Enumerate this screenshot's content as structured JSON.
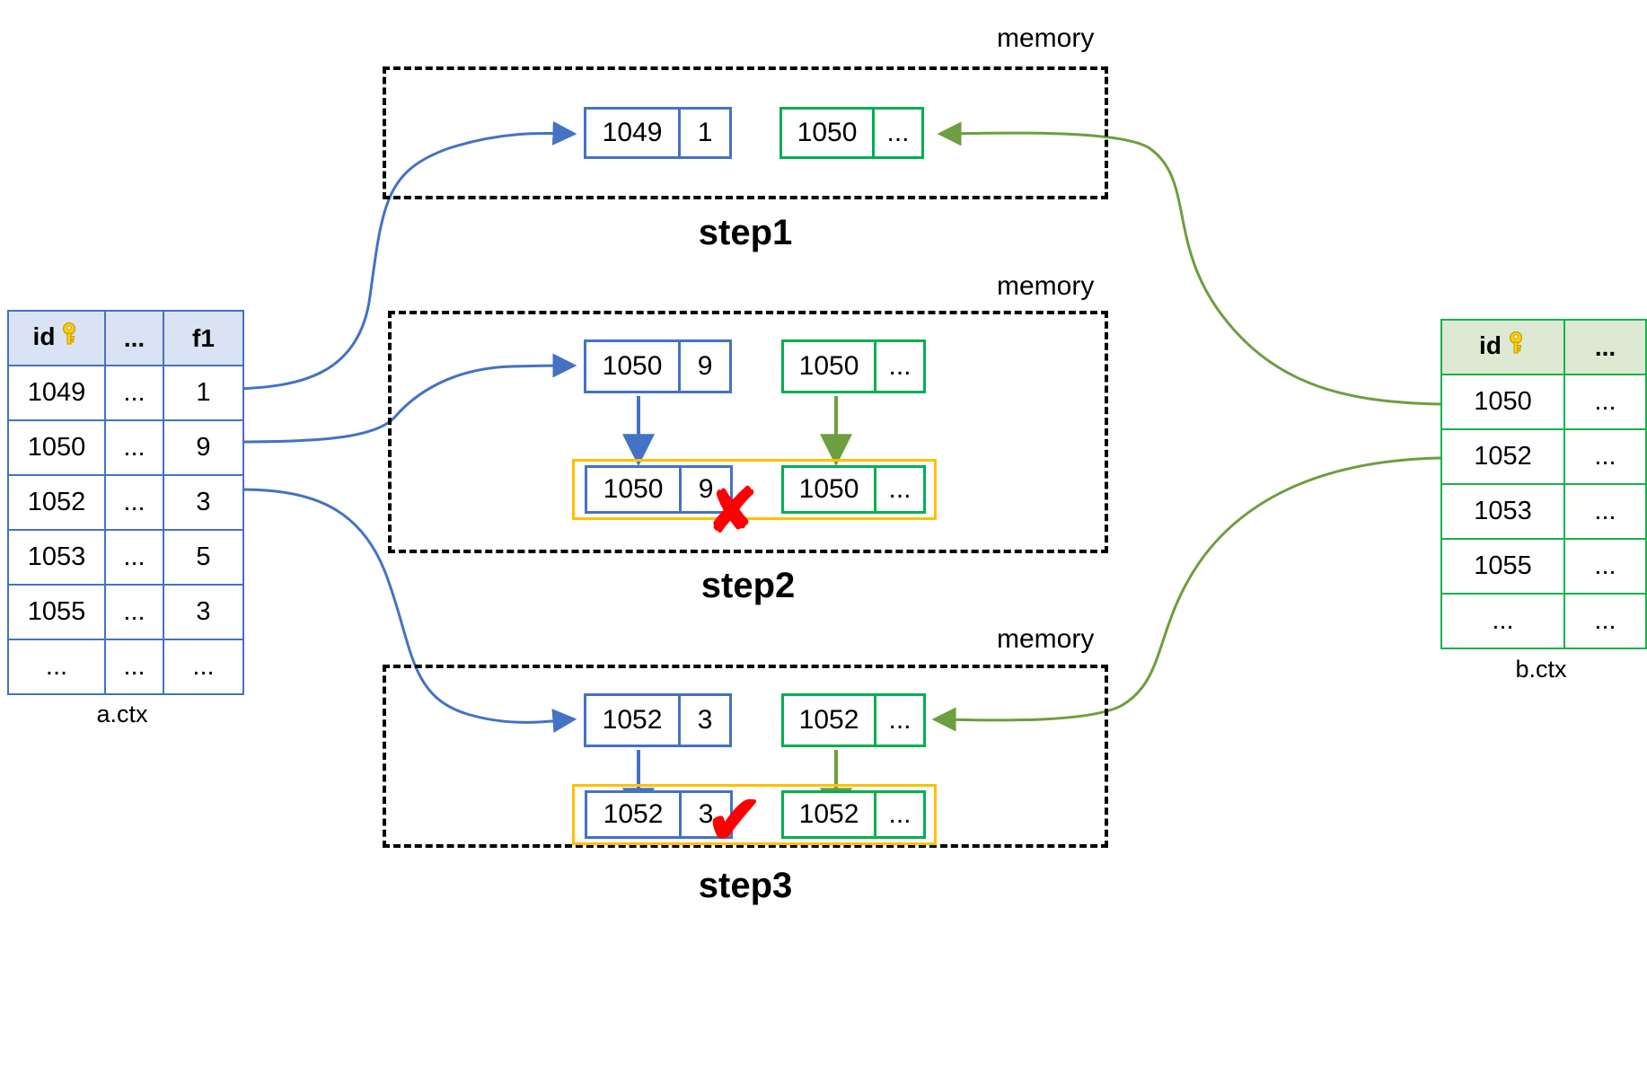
{
  "diagram": {
    "title_hidden": "",
    "colors": {
      "blue_border": "#4472c4",
      "blue_header_fill": "#dae3f3",
      "green_border": "#00b050",
      "green_table_border": "#18b14b",
      "green_header_fill": "#dde9d3",
      "orange": "#ffc000",
      "red": "#ff0000",
      "arrow_green": "#6d9e3f",
      "dashed": "#000000"
    }
  },
  "left_table": {
    "name": "a.ctx",
    "caption": "a.ctx",
    "key_icon": "key-icon",
    "headers": [
      "id",
      "...",
      "f1"
    ],
    "rows": [
      [
        "1049",
        "...",
        "1"
      ],
      [
        "1050",
        "...",
        "9"
      ],
      [
        "1052",
        "...",
        "3"
      ],
      [
        "1053",
        "...",
        "5"
      ],
      [
        "1055",
        "...",
        "3"
      ],
      [
        "...",
        "...",
        "..."
      ]
    ]
  },
  "right_table": {
    "name": "b.ctx",
    "caption": "b.ctx",
    "key_icon": "key-icon",
    "headers": [
      "id",
      "..."
    ],
    "rows": [
      [
        "1050",
        "..."
      ],
      [
        "1052",
        "..."
      ],
      [
        "1053",
        "..."
      ],
      [
        "1055",
        "..."
      ],
      [
        "...",
        "..."
      ]
    ]
  },
  "steps": [
    {
      "id": "step1",
      "label": "step1",
      "memory_label": "memory",
      "top_blue_record": {
        "id": "1049",
        "f1": "1"
      },
      "top_green_record": {
        "id": "1050",
        "rest": "..."
      },
      "has_compare_group": false,
      "result_mark": ""
    },
    {
      "id": "step2",
      "label": "step2",
      "memory_label": "memory",
      "top_blue_record": {
        "id": "1050",
        "f1": "9"
      },
      "top_green_record": {
        "id": "1050",
        "rest": "..."
      },
      "has_compare_group": true,
      "compare_blue_record": {
        "id": "1050",
        "f1": "9"
      },
      "compare_green_record": {
        "id": "1050",
        "rest": "..."
      },
      "result_mark": "✘",
      "result_mark_name": "cross-mark-icon"
    },
    {
      "id": "step3",
      "label": "step3",
      "memory_label": "memory",
      "top_blue_record": {
        "id": "1052",
        "f1": "3"
      },
      "top_green_record": {
        "id": "1052",
        "rest": "..."
      },
      "has_compare_group": true,
      "compare_blue_record": {
        "id": "1052",
        "f1": "3"
      },
      "compare_green_record": {
        "id": "1052",
        "rest": "..."
      },
      "result_mark": "✔",
      "result_mark_name": "check-mark-icon"
    }
  ]
}
